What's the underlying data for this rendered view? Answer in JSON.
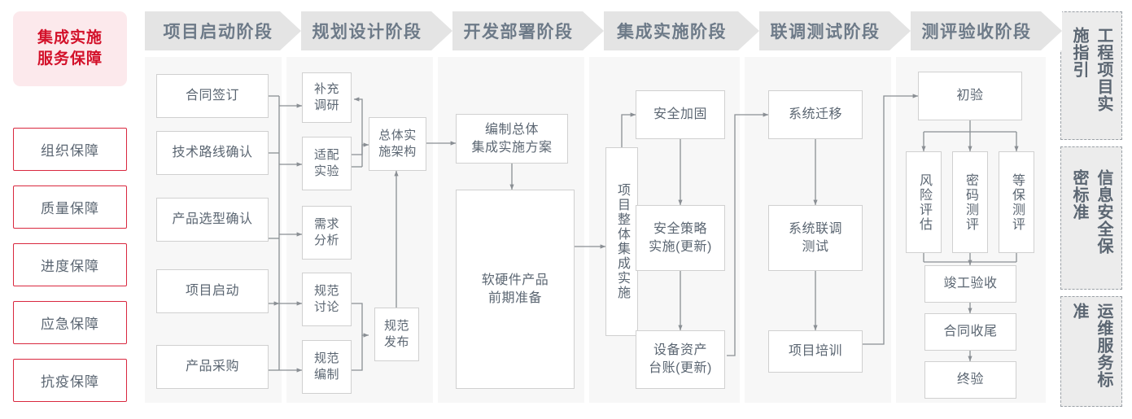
{
  "left_rail": {
    "main": {
      "label": "集成实施\n服务保障",
      "bg": "#fce9ec",
      "color": "#d3112a"
    },
    "items": [
      {
        "label": "组织保障"
      },
      {
        "label": "质量保障"
      },
      {
        "label": "进度保障"
      },
      {
        "label": "应急保障"
      },
      {
        "label": "抗疫保障"
      }
    ]
  },
  "phases": [
    {
      "title": "项目启动阶段",
      "nodes": [
        "合同签订",
        "技术路线确认",
        "产品选型确认",
        "项目启动",
        "产品采购"
      ]
    },
    {
      "title": "规划设计阶段",
      "nodes": [
        "补充\n调研",
        "适配\n实验",
        "需求\n分析",
        "规范\n讨论",
        "规范\n编制",
        "总体实\n施架构",
        "规范\n发布"
      ]
    },
    {
      "title": "开发部署阶段",
      "nodes": [
        "编制总体\n集成实施方案",
        "软硬件产品\n前期准备"
      ]
    },
    {
      "title": "集成实施阶段",
      "nodes": [
        "项目整体集成实施",
        "安全加固",
        "安全策略\n实施(更新)",
        "设备资产\n台账(更新)"
      ]
    },
    {
      "title": "联调测试阶段",
      "nodes": [
        "系统迁移",
        "系统联调\n测试",
        "项目培训"
      ]
    },
    {
      "title": "测评验收阶段",
      "nodes": [
        "初验",
        "风险评估",
        "密码测评",
        "等保测评",
        "竣工验收",
        "合同收尾",
        "终验"
      ]
    }
  ],
  "right_rail": {
    "items": [
      {
        "label": "工程项目实施指引"
      },
      {
        "label": "信息安全保密标准"
      },
      {
        "label": "运维服务标准"
      }
    ]
  },
  "colors": {
    "panel_bg": "#f7f7f7",
    "chevron_bg": "#e4e4e4",
    "node_border": "#d0d0d0",
    "text": "#5b6672",
    "accent_red": "#d3112a",
    "wire": "#8a8f94"
  }
}
